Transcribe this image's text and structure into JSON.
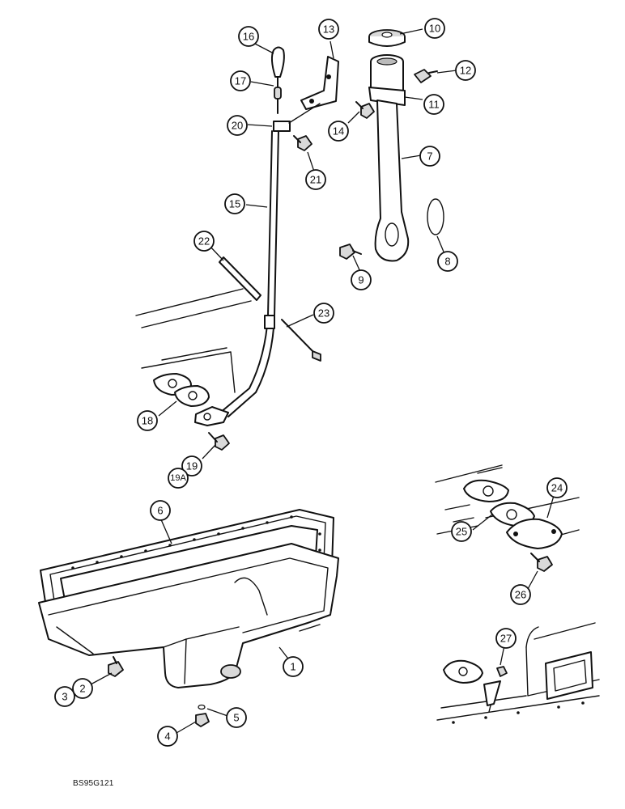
{
  "diagram": {
    "figure_code": "BS95G121",
    "callouts": [
      {
        "id": "c1",
        "label": "1"
      },
      {
        "id": "c2",
        "label": "2"
      },
      {
        "id": "c3",
        "label": "3"
      },
      {
        "id": "c4",
        "label": "4"
      },
      {
        "id": "c5",
        "label": "5"
      },
      {
        "id": "c6",
        "label": "6"
      },
      {
        "id": "c7",
        "label": "7"
      },
      {
        "id": "c8",
        "label": "8"
      },
      {
        "id": "c9",
        "label": "9"
      },
      {
        "id": "c10",
        "label": "10"
      },
      {
        "id": "c11",
        "label": "11"
      },
      {
        "id": "c12",
        "label": "12"
      },
      {
        "id": "c13",
        "label": "13"
      },
      {
        "id": "c14",
        "label": "14"
      },
      {
        "id": "c15",
        "label": "15"
      },
      {
        "id": "c16",
        "label": "16"
      },
      {
        "id": "c17",
        "label": "17"
      },
      {
        "id": "c18",
        "label": "18"
      },
      {
        "id": "c19",
        "label": "19"
      },
      {
        "id": "c19a",
        "label": "19A"
      },
      {
        "id": "c20",
        "label": "20"
      },
      {
        "id": "c21",
        "label": "21"
      },
      {
        "id": "c22",
        "label": "22"
      },
      {
        "id": "c23",
        "label": "23"
      },
      {
        "id": "c24",
        "label": "24"
      },
      {
        "id": "c25",
        "label": "25"
      },
      {
        "id": "c26",
        "label": "26"
      },
      {
        "id": "c27",
        "label": "27"
      }
    ]
  }
}
